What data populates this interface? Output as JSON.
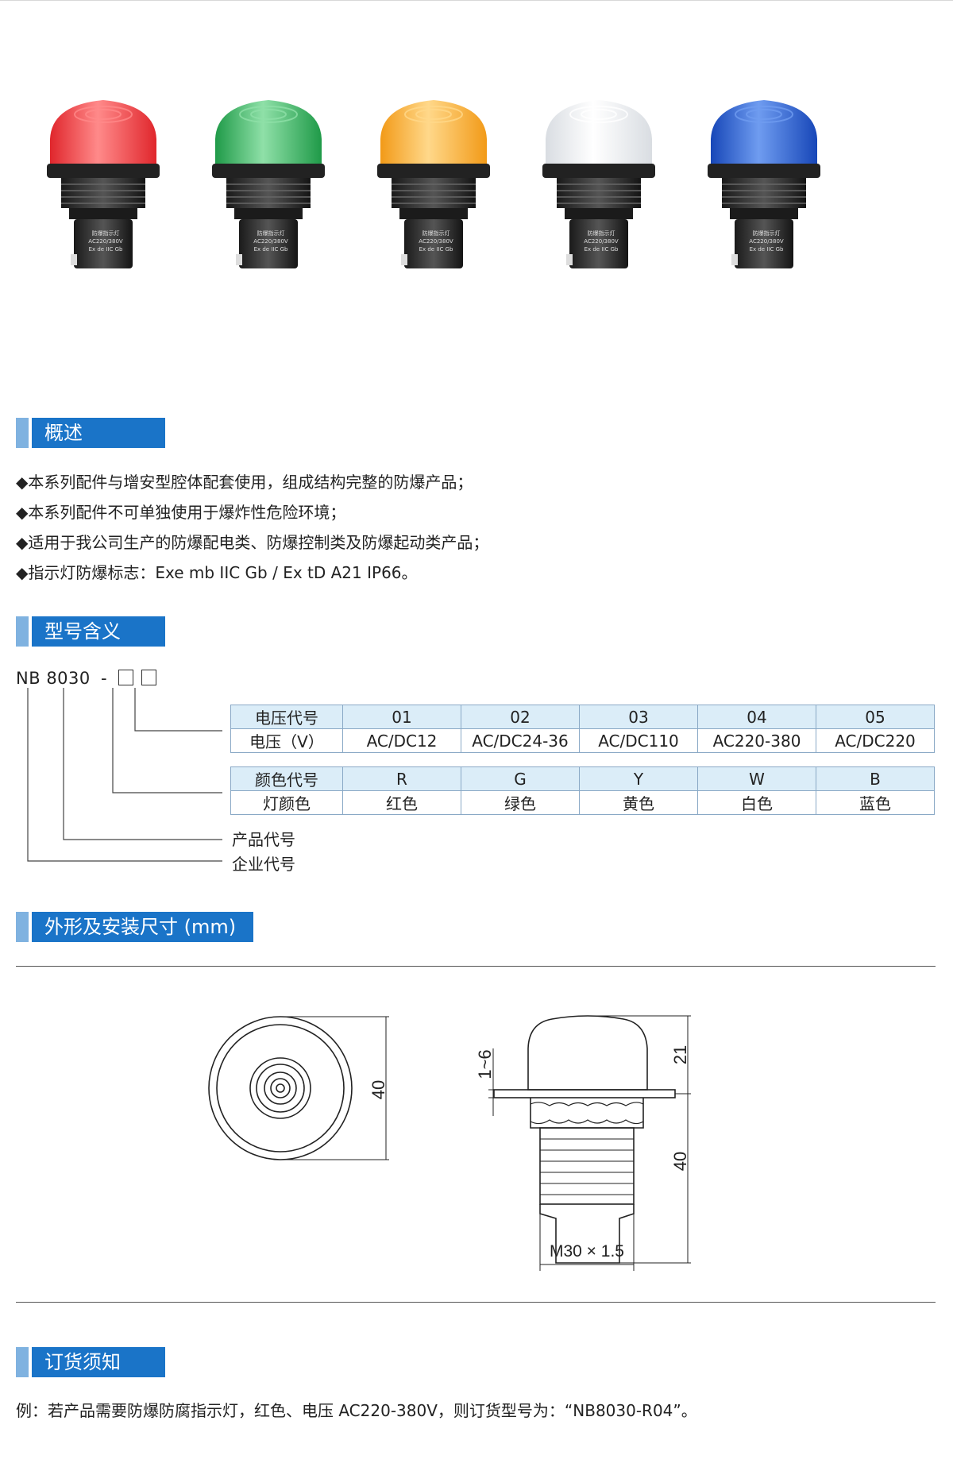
{
  "lamp_colors": [
    {
      "name": "red",
      "cap": "#e0262c",
      "cap_light": "#ff8a8a"
    },
    {
      "name": "green",
      "cap": "#1f9a48",
      "cap_light": "#8fe0a8"
    },
    {
      "name": "amber",
      "cap": "#f29a18",
      "cap_light": "#ffd88a"
    },
    {
      "name": "white",
      "cap": "#d9dde2",
      "cap_light": "#ffffff"
    },
    {
      "name": "blue",
      "cap": "#1747b8",
      "cap_light": "#6f9cf0"
    }
  ],
  "lamp_body_text": [
    "防爆指示灯",
    "AC220/380V",
    "Ex de IIC Gb"
  ],
  "sections": {
    "overview": "概述",
    "model": "型号含义",
    "dimensions": "外形及安装尺寸 (mm)",
    "ordering": "订货须知"
  },
  "overview_bullets": [
    "◆本系列配件与增安型腔体配套使用，组成结构完整的防爆产品；",
    "◆本系列配件不可单独使用于爆炸性危险环境；",
    "◆适用于我公司生产的防爆配电类、防爆控制类及防爆起动类产品；",
    "◆指示灯防爆标志：Exe mb IIC Gb / Ex tD A21 IP66。"
  ],
  "model_code": {
    "company": "NB",
    "product": "8030",
    "dash": "-"
  },
  "voltage_table": {
    "header": [
      "电压代号",
      "01",
      "02",
      "03",
      "04",
      "05"
    ],
    "row": [
      "电压（V）",
      "AC/DC12",
      "AC/DC24-36",
      "AC/DC110",
      "AC220-380",
      "AC/DC220"
    ]
  },
  "color_table": {
    "header": [
      "颜色代号",
      "R",
      "G",
      "Y",
      "W",
      "B"
    ],
    "row": [
      "灯颜色",
      "红色",
      "绿色",
      "黄色",
      "白色",
      "蓝色"
    ]
  },
  "lead_labels": {
    "product_code": "产品代号",
    "company_code": "企业代号"
  },
  "dimensions": {
    "front_diameter": "40",
    "flange_thickness": "1~6",
    "cap_height": "21",
    "body_height": "40",
    "thread": "M30 × 1.5"
  },
  "order_note": "例：若产品需要防爆防腐指示灯，红色、电压 AC220-380V，则订货型号为：“NB8030-R04”。"
}
